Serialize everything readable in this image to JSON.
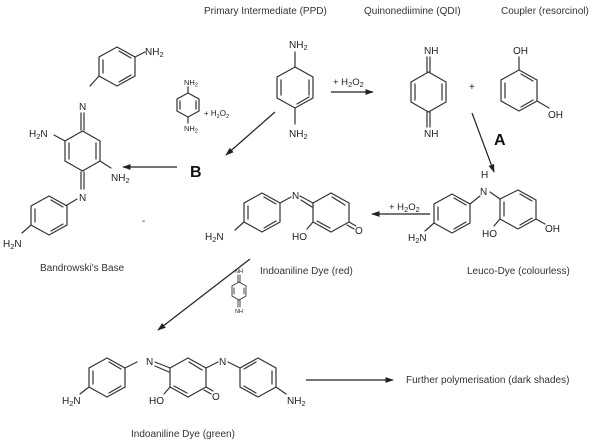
{
  "title_labels": {
    "ppd": "Primary Intermediate (PPD)",
    "qdi": "Quinonediimine (QDI)",
    "coupler": "Coupler (resorcinol)"
  },
  "compound_labels": {
    "bandrowski": "Bandrowski's Base",
    "indoaniline_red": "Indoaniline Dye (red)",
    "leuco": "Leuco-Dye (colourless)",
    "indoaniline_green": "Indoaniline Dye (green)",
    "further": "Further polymerisation (dark shades)"
  },
  "pathway_labels": {
    "a": "A",
    "b": "B"
  },
  "reagents": {
    "h2o2_plus": "+ H",
    "h2o2_sub": "2",
    "h2o2_o": "O",
    "plus": "+",
    "minus": "-"
  },
  "atoms": {
    "nh2_N": "NH",
    "nh2_sub": "2",
    "h2n_H": "H",
    "h2n_N": "N",
    "nh": "NH",
    "oh": "OH",
    "ho": "HO",
    "n": "N",
    "h": "H",
    "o": "O"
  }
}
